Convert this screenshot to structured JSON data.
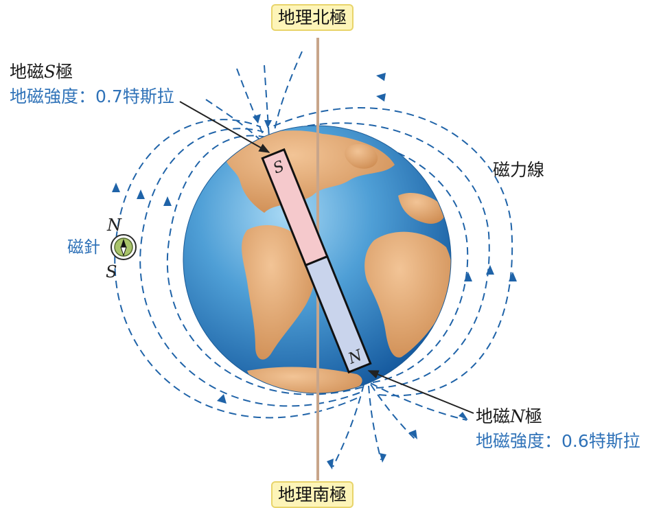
{
  "geographic_north_label": "地理北極",
  "geographic_south_label": "地理南極",
  "magnetic_s_pole": {
    "prefix": "地磁",
    "pole_letter": "S",
    "suffix": "極",
    "strength_text": "地磁強度：0.7特斯拉"
  },
  "magnetic_n_pole": {
    "prefix": "地磁",
    "pole_letter": "N",
    "suffix": "極",
    "strength_text": "地磁強度：0.6特斯拉"
  },
  "field_lines_label": "磁力線",
  "compass": {
    "label": "磁針",
    "north_letter": "N",
    "south_letter": "S"
  },
  "bar_magnet": {
    "top_letter": "S",
    "bottom_letter": "N"
  },
  "colors": {
    "field_line": "#1f63a8",
    "label_blue": "#2f72b8",
    "tag_fill": "#fdf4b8",
    "axis": "#c8a58a",
    "ocean": "#3a86c4",
    "land": "#e2a46a",
    "magnet_s": "#f5c9cc",
    "magnet_n": "#c9d4ec"
  }
}
